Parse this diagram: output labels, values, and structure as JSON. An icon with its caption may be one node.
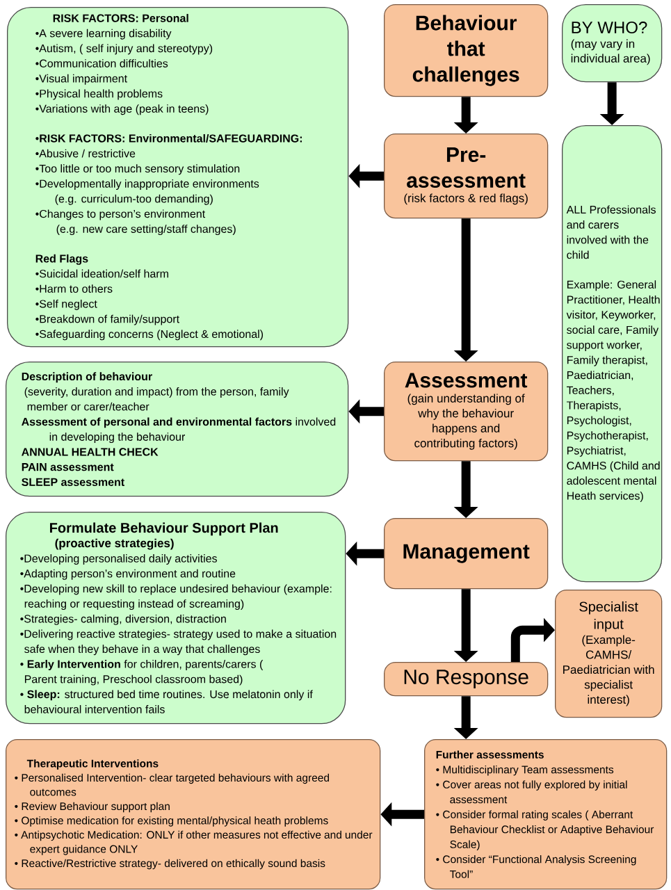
{
  "diagram": {
    "nodes": [
      {
        "text": [
          "Behaviour that challenges"
        ]
      },
      {
        "text": [
          "BY WHO?",
          "(may vary in individual area)"
        ]
      },
      {
        "text": [
          "RISK FACTORS: Personal",
          "•A severe learning disability",
          "•Autism, ( self injury and stereotypy)",
          "•Communication difficulties",
          "•Visual impairment",
          "•Physical health problems",
          "•Variations with age (peak in teens)",
          "•**RISK FACTORS: Environmental/SAFEGUARDING:**",
          "•Abusive / restrictive",
          "•Too little or too much sensory stimulation",
          "•Developmentally inappropriate environments",
          "(e.g. curriculum-too demanding)",
          "•Changes to person’s environment",
          "(e.g. new care setting/staff changes)",
          "Red Flags",
          "•Suicidal ideation/self harm",
          "•Harm to others",
          "•Self neglect",
          "•Breakdown of family/support",
          "•Safeguarding concerns (Neglect & emotional)"
        ]
      },
      {
        "text": [
          "Pre-assessment",
          "(risk factors & red flags)"
        ]
      },
      {
        "text": [
          "ALL Professionals and carers involved with the child",
          "Example: General Practitioner, Health visitor, Keyworker, social care, Family support worker, Family therapist, Paediatrician, Teachers, Therapists, Psychologist, Psychotherapist, Psychiatrist, CAMHS (Child and adolescent mental Heath services)"
        ]
      },
      {
        "text": [
          "Description of behaviour",
          "(severity, duration and impact) from the person, family member or carer/teacher",
          "**Assessment of personal and environmental factors** involved in developing the behaviour",
          "ANNUAL HEALTH CHECK",
          "PAIN assessment",
          "SLEEP assessment"
        ]
      },
      {
        "text": [
          "Assessment",
          "(gain understanding of why the behaviour happens and contributing factors)"
        ]
      },
      {
        "text": [
          "Formulate Behaviour Support Plan",
          "(proactive strategies)",
          "•Developing personalised daily activities",
          "•Adapting person’s environment and routine",
          "•Developing new skill to replace undesired behaviour (example: reaching or requesting instead of screaming)",
          "•Strategies- calming, diversion, distraction",
          "•Delivering reactive strategies- strategy used to make a situation safe when they behave in a way that challenges",
          "• **Early Intervention** for children, parents/carers ( Parent training, Preschool classroom based)",
          "• **Sleep:** structured bed time routines. Use melatonin only if behavioural intervention fails"
        ]
      },
      {
        "text": [
          "Management"
        ]
      },
      {
        "text": [
          "Specialist input",
          "(Example- CAMHS/ Paediatrician with specialist interest)"
        ]
      },
      {
        "text": [
          "No Response"
        ]
      },
      {
        "text": [
          "Therapeutic Interventions",
          "• Personalised Intervention- clear targeted behaviours with agreed outcomes",
          "• Review Behaviour support plan",
          "• Optimise medication for existing mental/physical heath problems",
          "• Antipsychotic Medication: ONLY if other measures not effective and under expert guidance ONLY",
          "• Reactive/Restrictive strategy- delivered on ethically sound basis"
        ]
      },
      {
        "text": [
          "Further assessments",
          "• Multidisciplinary Team assessments",
          "• Cover areas not fully explored by initial assessment",
          "• Consider formal rating scales ( Aberrant Behaviour Checklist or Adaptive Behaviour Scale)",
          "• Consider “Functional Analysis Screening Tool”"
        ]
      }
    ],
    "edges": [
      {
        "from": 0,
        "to": 3,
        "arrow": "to"
      },
      {
        "from": 1,
        "to": 4,
        "arrow": "to"
      },
      {
        "from": 3,
        "to": 2,
        "arrow": "to"
      },
      {
        "from": 3,
        "to": 6,
        "arrow": "to"
      },
      {
        "from": 6,
        "to": 5,
        "arrow": "to"
      },
      {
        "from": 6,
        "to": 8,
        "arrow": "to"
      },
      {
        "from": 8,
        "to": 7,
        "arrow": "to"
      },
      {
        "from": 8,
        "to": 10,
        "arrow": "to"
      },
      {
        "from": 10,
        "to": 9,
        "arrow": "to"
      },
      {
        "from": 10,
        "to": 12,
        "arrow": "to"
      },
      {
        "from": 12,
        "to": 11,
        "arrow": "to"
      }
    ]
  }
}
